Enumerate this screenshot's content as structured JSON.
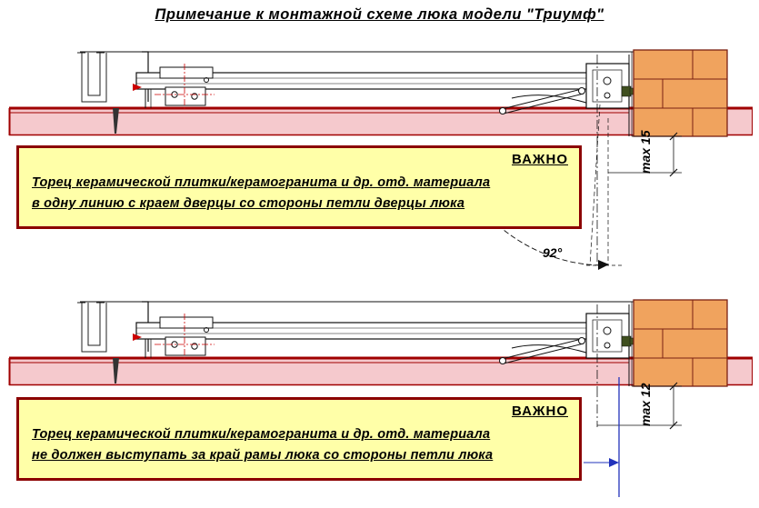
{
  "title": "Примечание к монтажной схеме люка модели \"Триумф\"",
  "sections": [
    {
      "important": "ВАЖНО",
      "line1": "Торец керамической плитки/керамогранита и др. отд. материала",
      "line2": "в одну линию с краем дверцы со стороны петли дверцы люка",
      "dimension": "max 15",
      "angle": "92°"
    },
    {
      "important": "ВАЖНО",
      "line1": "Торец керамической плитки/керамогранита и др. отд. материала",
      "line2": "не должен выступать за край рамы люка со стороны петли люка",
      "dimension": "max 12"
    }
  ],
  "colors": {
    "tile_band_pink": "#f5c9cd",
    "tile_line_red": "#a00000",
    "note_yellow": "#ffffa8",
    "note_border_red": "#8b0000",
    "brick_orange": "#f0a35e",
    "brick_joint": "#7a2012",
    "centerline_red": "#cc0000",
    "guide_blue": "#2233bb",
    "anchor_olive": "#3f4f1f"
  }
}
